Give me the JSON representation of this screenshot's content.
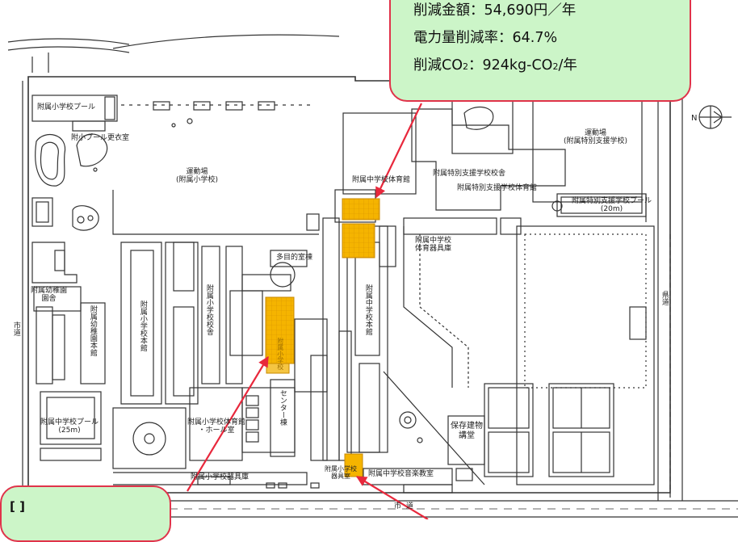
{
  "map": {
    "north_label": "N",
    "buildings": {
      "pool_elementary": "附属小学校プール",
      "pool_changing_room": "附小プール更衣室",
      "field_elementary": "運動場\n(附属小学校)",
      "field_special": "運動場\n(附属特別支援学校)",
      "gym_middle": "附属中学校体育館",
      "special_school_building": "附属特別支援学校校舎",
      "special_school_gym": "附属特別支援学校体育館",
      "special_school_pool": "附属特別支援学校プール\n(20m)",
      "middle_equipment": "附属中学校\n体育器具庫",
      "multipurpose_room": "多目的室棟",
      "kindergarten_building": "附属幼稚園\n園舎",
      "kindergarten_main": "附属幼稚園本館",
      "elementary_main": "附属小学校本館",
      "elementary_school_building": "附属小学校校舎",
      "middle_main": "附属中学校本館",
      "vertical_small_label": "附属小学校",
      "center": "センター棟",
      "pool_middle": "附属中学校プール\n(25m)",
      "elementary_gym": "附属小学校体育館\n・ホール室",
      "preserved_building": "保存建物\n講堂",
      "elementary_storage": "附属小学校器具庫",
      "middle_music": "附属中学校音楽教室",
      "elementary_storage2": "附属小学校\n器具室",
      "city_road": "市道",
      "prefectural_road": "県道",
      "left_road": "市道"
    }
  },
  "callout_top": {
    "line1": "削減金額：54,690円／年",
    "line2": "電力量削減率：64.7%",
    "line3": "削減CO",
    "line3_sub": "2",
    "line3_mid": "：924kg-CO",
    "line3_sub2": "2",
    "line3_end": "/年"
  },
  "callout_bottom": {
    "text": "[ ]"
  },
  "colors": {
    "callout_fill": "#ccf5c8",
    "callout_border": "#e0334a",
    "solar_panel": "#f5b400",
    "arrow": "#e8283c",
    "map_lines": "#333333"
  }
}
